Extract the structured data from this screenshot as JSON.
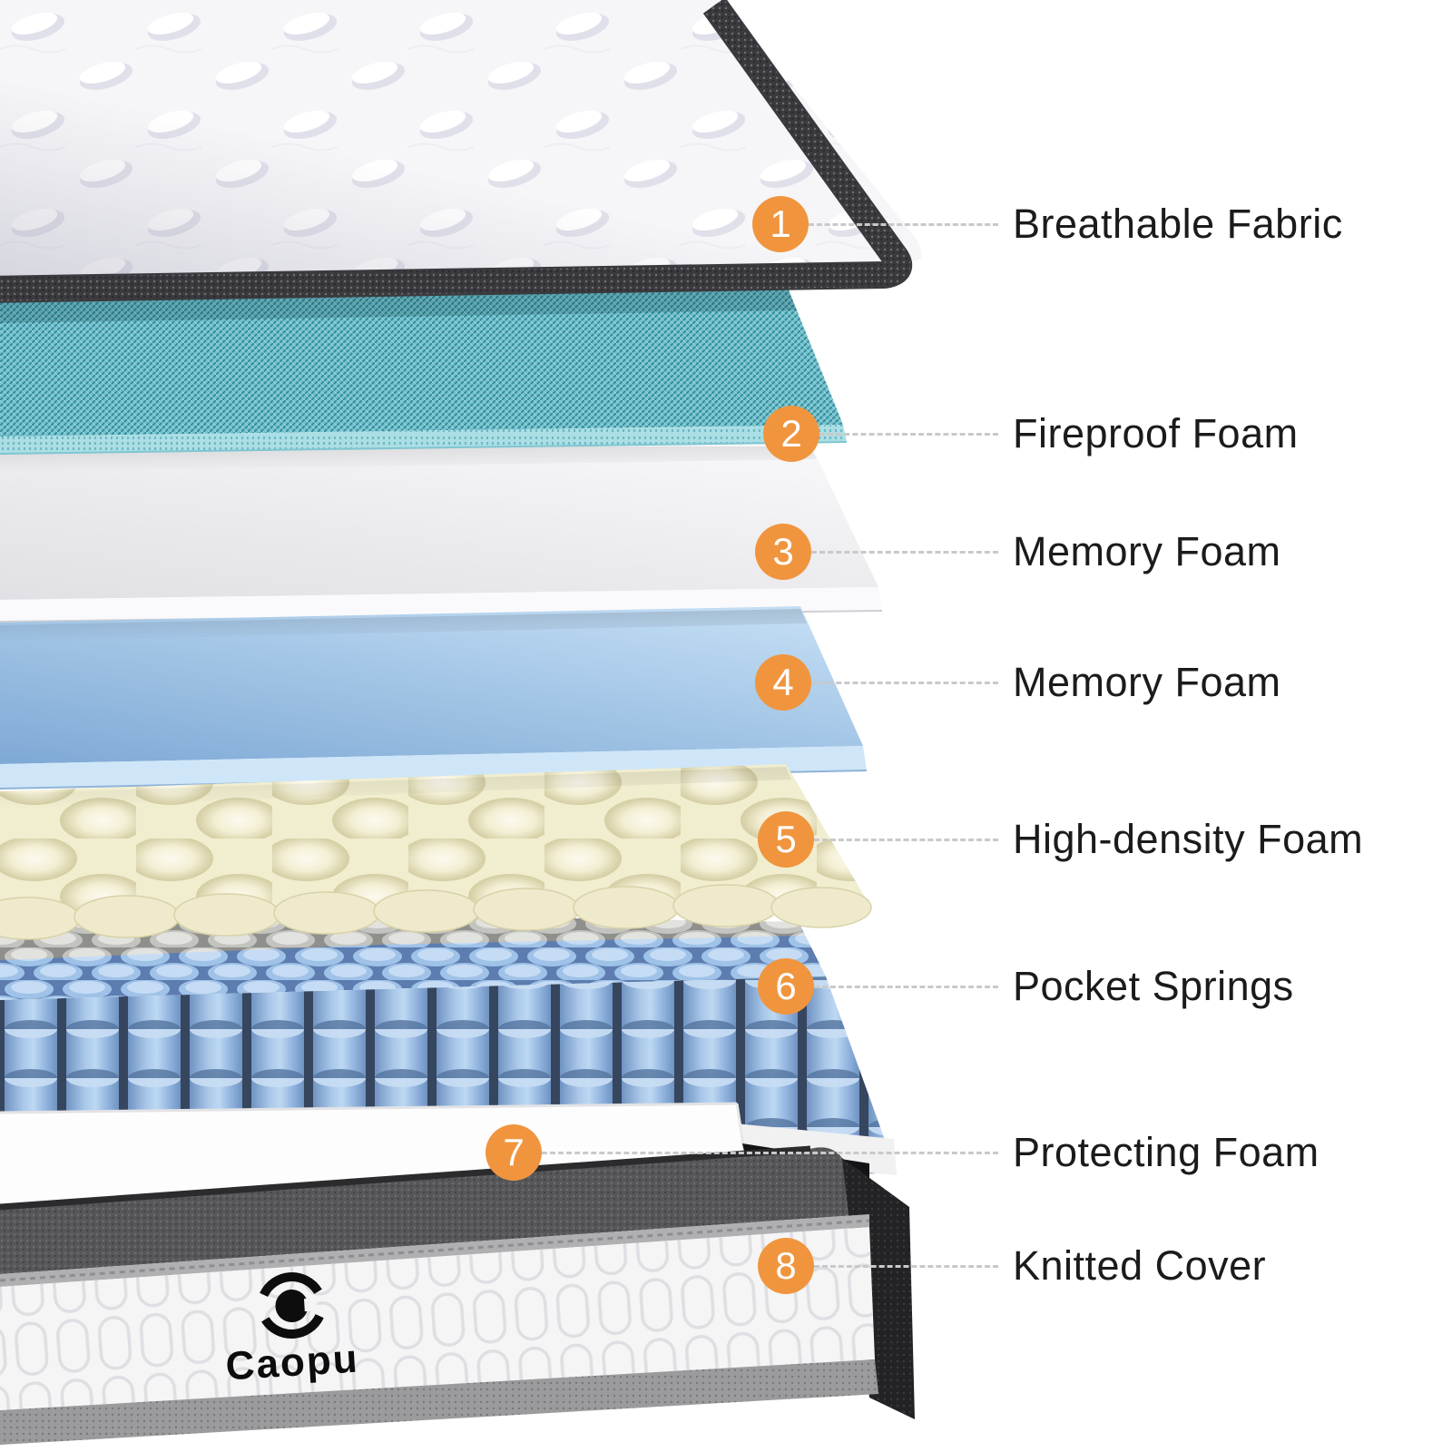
{
  "brand": {
    "name": "Caopu",
    "logo_icon": "caopu-ring-logo"
  },
  "layers": [
    {
      "num": "1",
      "label": "Breathable Fabric"
    },
    {
      "num": "2",
      "label": "Fireproof Foam"
    },
    {
      "num": "3",
      "label": "Memory Foam"
    },
    {
      "num": "4",
      "label": "Memory Foam"
    },
    {
      "num": "5",
      "label": "High-density Foam"
    },
    {
      "num": "6",
      "label": "Pocket Springs"
    },
    {
      "num": "7",
      "label": "Protecting Foam"
    },
    {
      "num": "8",
      "label": "Knitted Cover"
    }
  ],
  "colors": {
    "badge": "#F0953E",
    "labeltext": "#1B1B1B",
    "leader": "#C9C9C9",
    "tapedark": "#3A3A3E",
    "tealmesh": "#74C0CB",
    "memoryfoamwhite": "#EFEFF3",
    "memoryfoamblue": "#9CC2E7",
    "highdensitycream": "#F1EDCF",
    "springblue": "#84A9D8",
    "springgray": "#B7B7B3",
    "baseband": "#57575A",
    "basepanel": "#F5F5F6"
  }
}
